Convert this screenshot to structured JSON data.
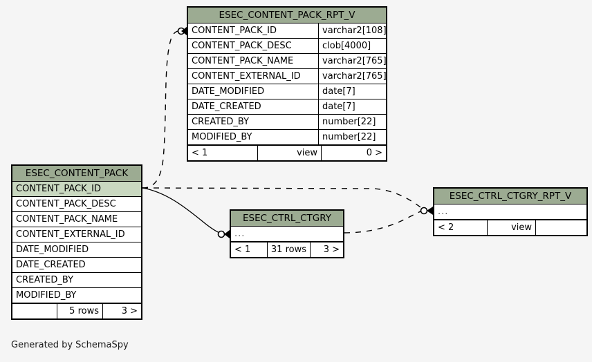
{
  "diagram": {
    "caption": "Generated by SchemaSpy",
    "background_color": "#f5f5f5",
    "header_color": "#9cab92",
    "primary_key_color": "#c9d8c0",
    "line_color": "#000000"
  },
  "tables": {
    "content_pack_rpt_v": {
      "title": "ESEC_CONTENT_PACK_RPT_V",
      "columns": [
        {
          "name": "CONTENT_PACK_ID",
          "type": "varchar2[108]",
          "primary_key": false
        },
        {
          "name": "CONTENT_PACK_DESC",
          "type": "clob[4000]",
          "primary_key": false
        },
        {
          "name": "CONTENT_PACK_NAME",
          "type": "varchar2[765]",
          "primary_key": false
        },
        {
          "name": "CONTENT_EXTERNAL_ID",
          "type": "varchar2[765]",
          "primary_key": false
        },
        {
          "name": "DATE_MODIFIED",
          "type": "date[7]",
          "primary_key": false
        },
        {
          "name": "DATE_CREATED",
          "type": "date[7]",
          "primary_key": false
        },
        {
          "name": "CREATED_BY",
          "type": "number[22]",
          "primary_key": false
        },
        {
          "name": "MODIFIED_BY",
          "type": "number[22]",
          "primary_key": false
        }
      ],
      "footer": {
        "left": "< 1",
        "middle": "view",
        "right": "0 >"
      }
    },
    "content_pack": {
      "title": "ESEC_CONTENT_PACK",
      "columns": [
        {
          "name": "CONTENT_PACK_ID",
          "type": "",
          "primary_key": true
        },
        {
          "name": "CONTENT_PACK_DESC",
          "type": "",
          "primary_key": false
        },
        {
          "name": "CONTENT_PACK_NAME",
          "type": "",
          "primary_key": false
        },
        {
          "name": "CONTENT_EXTERNAL_ID",
          "type": "",
          "primary_key": false
        },
        {
          "name": "DATE_MODIFIED",
          "type": "",
          "primary_key": false
        },
        {
          "name": "DATE_CREATED",
          "type": "",
          "primary_key": false
        },
        {
          "name": "CREATED_BY",
          "type": "",
          "primary_key": false
        },
        {
          "name": "MODIFIED_BY",
          "type": "",
          "primary_key": false
        }
      ],
      "footer": {
        "left": "",
        "middle": "5 rows",
        "right": "3 >"
      }
    },
    "ctrl_ctgry": {
      "title": "ESEC_CTRL_CTGRY",
      "columns": [
        {
          "name": "...",
          "type": "",
          "primary_key": false
        }
      ],
      "footer": {
        "left": "< 1",
        "middle": "31 rows",
        "right": "3 >"
      }
    },
    "ctrl_ctgry_rpt_v": {
      "title": "ESEC_CTRL_CTGRY_RPT_V",
      "columns": [
        {
          "name": "...",
          "type": "",
          "primary_key": false
        }
      ],
      "footer": {
        "left": "< 2",
        "middle": "view",
        "right": ""
      }
    }
  },
  "relationships": [
    {
      "name": "content-pack-to-content-pack-rpt-v",
      "from": "content_pack.CONTENT_PACK_ID",
      "to": "content_pack_rpt_v.CONTENT_PACK_ID",
      "style": "dashed"
    },
    {
      "name": "content-pack-to-ctrl-ctgry",
      "from": "content_pack.CONTENT_PACK_ID",
      "to": "ctrl_ctgry",
      "style": "solid"
    },
    {
      "name": "content-pack-to-ctrl-ctgry-rpt-v",
      "from": "content_pack.CONTENT_PACK_ID",
      "to": "ctrl_ctgry_rpt_v",
      "style": "dashed"
    },
    {
      "name": "ctrl-ctgry-to-ctrl-ctgry-rpt-v",
      "from": "ctrl_ctgry",
      "to": "ctrl_ctgry_rpt_v",
      "style": "dashed"
    }
  ]
}
